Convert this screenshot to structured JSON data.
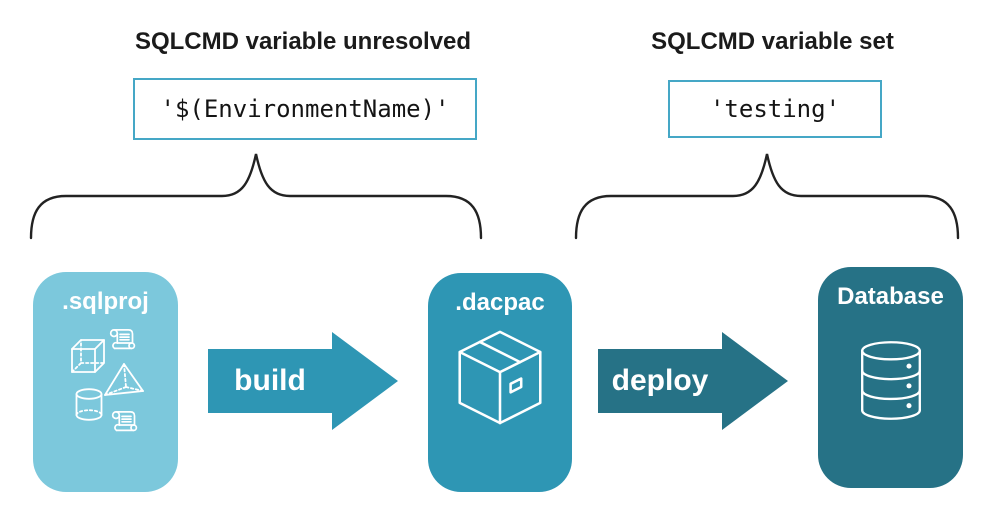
{
  "diagram": {
    "annotations": [
      {
        "id": "unresolved",
        "heading": "SQLCMD variable unresolved",
        "code": "'$(EnvironmentName)'"
      },
      {
        "id": "set",
        "heading": "SQLCMD variable set",
        "code": "'testing'"
      }
    ],
    "stages": [
      {
        "id": "sqlproj",
        "label": ".sqlproj",
        "icon": "sql-project-objects-icon",
        "color": "#7CC8DC"
      },
      {
        "id": "dacpac",
        "label": ".dacpac",
        "icon": "package-box-icon",
        "color": "#2E96B4"
      },
      {
        "id": "database",
        "label": "Database",
        "icon": "database-cylinder-icon",
        "color": "#267286"
      }
    ],
    "arrows": [
      {
        "id": "build",
        "label": "build",
        "color": "#2E96B4"
      },
      {
        "id": "deploy",
        "label": "deploy",
        "color": "#267286"
      }
    ],
    "colors": {
      "background": "#FFFFFF",
      "code_box_border": "#45A7C6",
      "heading_text": "#1B1B1B",
      "code_text": "#141414",
      "brace": "#222222",
      "stage_light": "#7CC8DC",
      "stage_medium": "#2E96B4",
      "stage_dark": "#267286",
      "icon_stroke": "#FFFFFF"
    }
  }
}
